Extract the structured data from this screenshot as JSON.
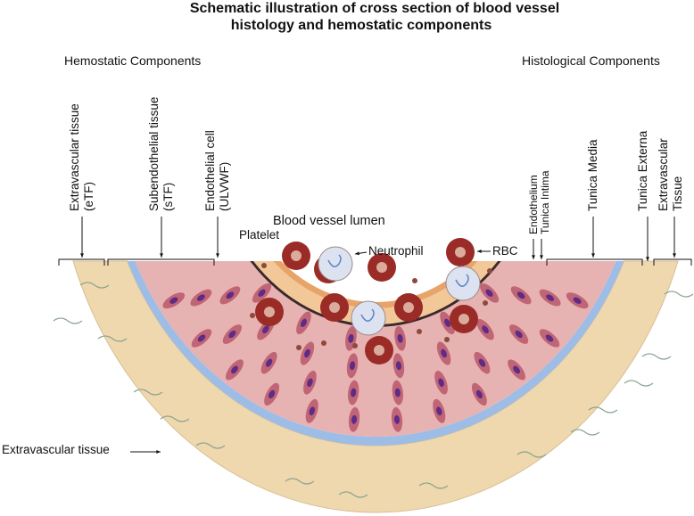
{
  "title": {
    "line1": "Schematic illustration of cross section of blood vessel",
    "line2": "histology and hemostatic components"
  },
  "sections": {
    "hemostatic": "Hemostatic Components",
    "histological": "Histological Components"
  },
  "hemostatic_labels": [
    {
      "line1": "Extravascular tissue",
      "line2": "(eTF)"
    },
    {
      "line1": "Subendothelial tissue",
      "line2": "(sTF)"
    },
    {
      "line1": "Endothelial cell",
      "line2": "(ULVWF)"
    }
  ],
  "histological_labels": [
    {
      "line1": "Endothelium",
      "line2": ""
    },
    {
      "line1": "Tunica Intima",
      "line2": ""
    },
    {
      "line1": "Tunica Media",
      "line2": ""
    },
    {
      "line1": "Tunica Externa",
      "line2": ""
    },
    {
      "line1": "Extravascular",
      "line2": "Tissue"
    }
  ],
  "lumen_labels": {
    "lumen": "Blood vessel lumen",
    "platelet": "Platelet",
    "neutrophil": "Neutrophil",
    "rbc": "RBC",
    "extravascular": "Extravascular tissue"
  },
  "colors": {
    "outer_tissue": "#efd7ae",
    "adventitia_blue": "#9ebde6",
    "media_pink": "#e7b2b2",
    "smooth_muscle": "#c06575",
    "nucleus": "#5e2b86",
    "intima_orange": "#f2c898",
    "endothelium": "#e8a468",
    "rbc": "#9a2b26",
    "neutrophil": "#dde2f0",
    "platelet": "#8b4a3a"
  }
}
